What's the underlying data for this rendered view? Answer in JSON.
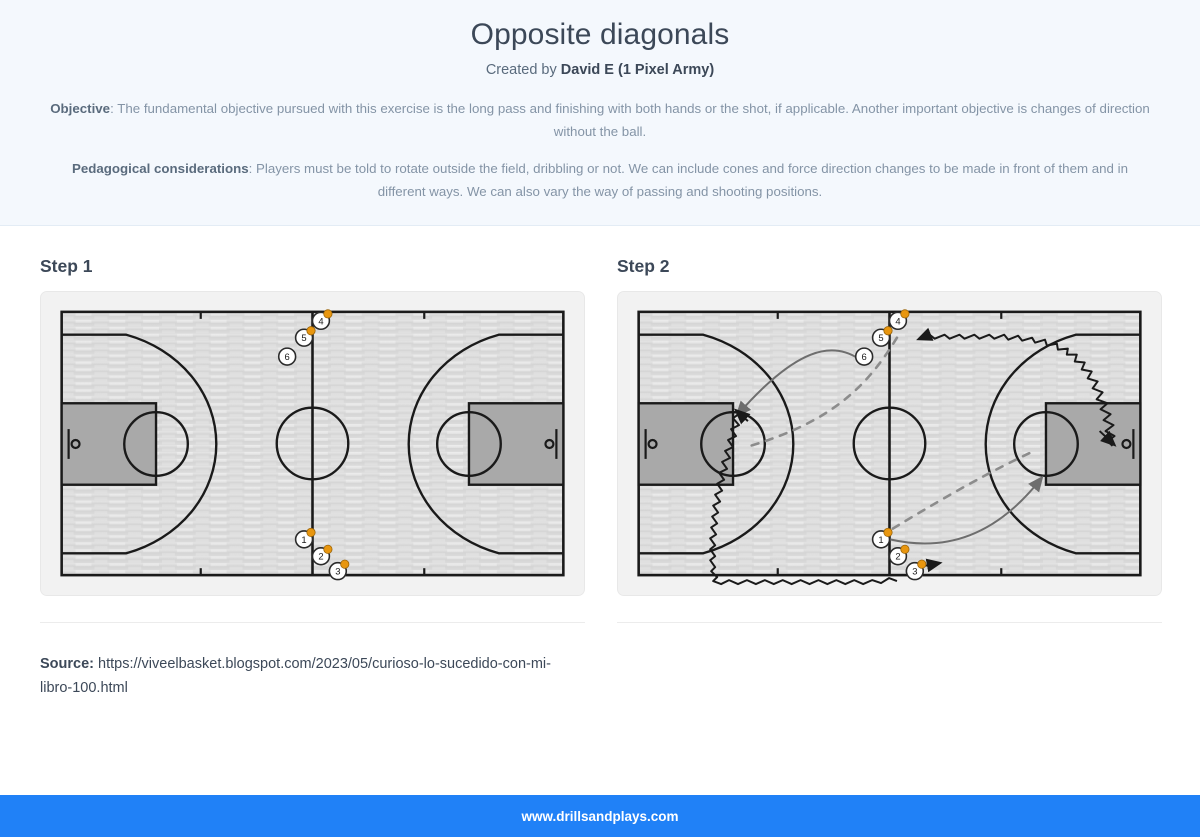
{
  "header": {
    "title": "Opposite diagonals",
    "created_prefix": "Created by ",
    "created_author": "David E (1 Pixel Army)",
    "objective_label": "Objective",
    "objective_text": ": The fundamental objective pursued with this exercise is the long pass and finishing with both hands or the shot, if applicable. Another important objective is changes of direction without the ball.",
    "pedagogical_label": "Pedagogical considerations",
    "pedagogical_text": ": Players must be told to rotate outside the field, dribbling or not. We can include cones and force direction changes to be made in front of them and in different ways. We can also vary the way of passing and shooting positions."
  },
  "steps": [
    {
      "label": "Step 1",
      "players": [
        {
          "number": "1",
          "ball": true
        },
        {
          "number": "2",
          "ball": true
        },
        {
          "number": "3",
          "ball": true
        },
        {
          "number": "4",
          "ball": true
        },
        {
          "number": "5",
          "ball": true
        },
        {
          "number": "6",
          "ball": false
        }
      ]
    },
    {
      "label": "Step 2",
      "players": [
        {
          "number": "1",
          "ball": true
        },
        {
          "number": "2",
          "ball": true
        },
        {
          "number": "3",
          "ball": true
        },
        {
          "number": "4",
          "ball": true
        },
        {
          "number": "5",
          "ball": true
        },
        {
          "number": "6",
          "ball": false
        }
      ]
    }
  ],
  "source": {
    "label": "Source:",
    "url": " https://viveelbasket.blogspot.com/2023/05/curioso-lo-sucedido-con-mi-libro-100.html"
  },
  "footer": {
    "site": "www.drillsandplays.com"
  },
  "colors": {
    "accent": "#2081f7",
    "header_bg": "#f4f8fd",
    "text": "#3c4858",
    "muted": "#8494a6",
    "court_floor": "#d8d8d8",
    "court_paint": "#a9a9a9",
    "ball": "#e8960f",
    "line": "#1a1a1a"
  }
}
